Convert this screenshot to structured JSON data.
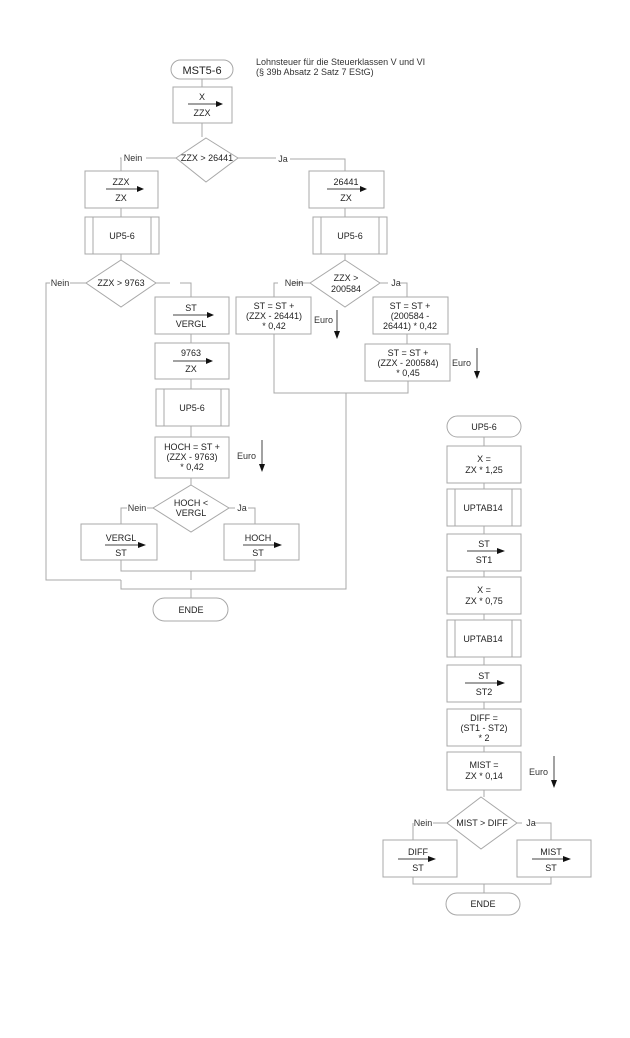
{
  "main": {
    "start": "MST5-6",
    "description": [
      "Lohnsteuer für die Steuerklassen V und VI",
      "(§ 39b Absatz 2 Satz 7 EStG)"
    ],
    "assign_x_zzx": {
      "from": "X",
      "to": "ZZX"
    },
    "decision1": {
      "text": [
        "ZZX > 26441"
      ],
      "no": "Nein",
      "yes": "Ja"
    },
    "left": {
      "assign_zzx_zx": {
        "from": "ZZX",
        "to": "ZX"
      },
      "call1": "UP5-6",
      "decision2": {
        "text": [
          "ZZX > 9763"
        ],
        "no": "Nein"
      },
      "assign_st_vergl": {
        "from": "ST",
        "to": "VERGL"
      },
      "assign_9763_zx": {
        "from": "9763",
        "to": "ZX"
      },
      "call2": "UP5-6",
      "hoch_calc": [
        "HOCH = ST +",
        "(ZZX - 9763)",
        "* 0,42"
      ],
      "hoch_unit": "Euro",
      "decision3": {
        "text": [
          "HOCH <",
          "VERGL"
        ],
        "no": "Nein",
        "yes": "Ja"
      },
      "assign_vergl_st": {
        "from": "VERGL",
        "to": "ST"
      },
      "assign_hoch_st": {
        "from": "HOCH",
        "to": "ST"
      }
    },
    "right": {
      "assign_26441_zx": {
        "from": "26441",
        "to": "ZX"
      },
      "call": "UP5-6",
      "decision": {
        "text": [
          "ZZX >",
          "200584"
        ],
        "no": "Nein",
        "yes": "Ja"
      },
      "no_calc": [
        "ST = ST +",
        "(ZZX - 26441)",
        "* 0,42"
      ],
      "no_unit": "Euro",
      "yes_calc1": [
        "ST = ST +",
        "(200584 -",
        "26441) * 0,42"
      ],
      "yes_calc2": [
        "ST = ST +",
        "(ZZX - 200584)",
        "* 0,45"
      ],
      "yes_unit": "Euro"
    },
    "end": "ENDE"
  },
  "sub": {
    "start": "UP5-6",
    "calc_x1": [
      "X =",
      "ZX * 1,25"
    ],
    "call1": "UPTAB14",
    "assign_st_st1": {
      "from": "ST",
      "to": "ST1"
    },
    "calc_x2": [
      "X =",
      "ZX * 0,75"
    ],
    "call2": "UPTAB14",
    "assign_st_st2": {
      "from": "ST",
      "to": "ST2"
    },
    "diff_calc": [
      "DIFF =",
      "(ST1 - ST2)",
      "* 2"
    ],
    "mist_calc": [
      "MIST =",
      "ZX * 0,14"
    ],
    "mist_unit": "Euro",
    "decision": {
      "text": [
        "MIST > DIFF"
      ],
      "no": "Nein",
      "yes": "Ja"
    },
    "assign_diff_st": {
      "from": "DIFF",
      "to": "ST"
    },
    "assign_mist_st": {
      "from": "MIST",
      "to": "ST"
    },
    "end": "ENDE"
  }
}
